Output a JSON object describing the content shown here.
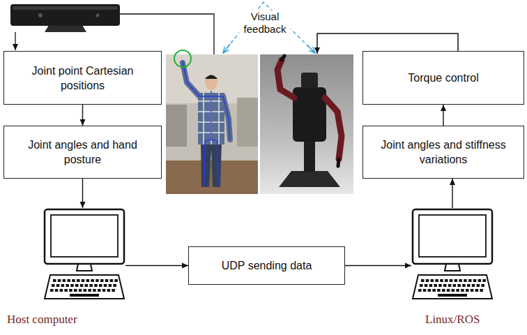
{
  "diagram": {
    "nodes": [
      {
        "text": [
          "Joint point Cartesian positions"
        ]
      },
      {
        "text": [
          "Joint angles and hand posture"
        ]
      },
      {
        "text": [
          "Host computer"
        ]
      },
      {
        "text": [
          "UDP sending data"
        ]
      },
      {
        "text": [
          "Linux/ROS"
        ]
      },
      {
        "text": [
          "Joint angles and stiffness variations"
        ]
      },
      {
        "text": [
          "Torque control"
        ]
      }
    ],
    "edges": [
      {
        "from": 0,
        "to": 1,
        "arrow": "to"
      },
      {
        "from": 1,
        "to": 2,
        "arrow": "to"
      },
      {
        "from": 2,
        "to": 3,
        "arrow": "to"
      },
      {
        "from": 3,
        "to": 4,
        "arrow": "to"
      },
      {
        "from": 4,
        "to": 5,
        "arrow": "to"
      },
      {
        "from": 5,
        "to": 6,
        "arrow": "to"
      }
    ],
    "labels": [
      "Visual feedback"
    ]
  }
}
